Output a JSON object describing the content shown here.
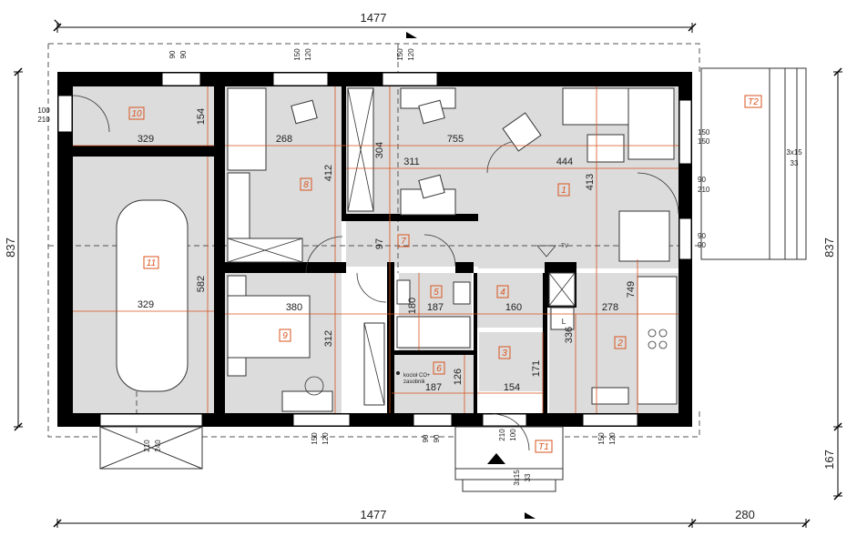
{
  "overall": {
    "top_width": "1477",
    "bottom_width": "1477",
    "bottom_ext": "280",
    "left_height": "837",
    "right_height": "837",
    "right_ext": "167"
  },
  "rooms": [
    {
      "id": "1"
    },
    {
      "id": "2"
    },
    {
      "id": "3"
    },
    {
      "id": "4"
    },
    {
      "id": "5"
    },
    {
      "id": "6"
    },
    {
      "id": "7"
    },
    {
      "id": "8"
    },
    {
      "id": "9"
    },
    {
      "id": "10"
    },
    {
      "id": "11"
    },
    {
      "id": "T1"
    },
    {
      "id": "T2"
    }
  ],
  "room_dims": {
    "d329a": "329",
    "d154a": "154",
    "d268": "268",
    "d412": "412",
    "d304": "304",
    "d311": "311",
    "d755": "755",
    "d444": "444",
    "d413": "413",
    "d97": "97",
    "d329b": "329",
    "d582": "582",
    "d380": "380",
    "d312": "312",
    "d180": "180",
    "d187a": "187",
    "d160": "160",
    "d278": "278",
    "d749": "749",
    "d336": "336",
    "d187b": "187",
    "d126": "126",
    "d171": "171",
    "d154b": "154"
  },
  "openings": {
    "w_top1": [
      "90",
      "90"
    ],
    "w_top2": [
      "150",
      "120"
    ],
    "w_top3": [
      "150",
      "120"
    ],
    "w_bot1": [
      "150",
      "120"
    ],
    "w_bot2": [
      "90",
      "90"
    ],
    "w_bot3": [
      "150",
      "120"
    ],
    "door_left": [
      "100",
      "210"
    ],
    "garage": [
      "210",
      "240"
    ],
    "entry": [
      "210",
      "100"
    ],
    "r1": [
      "150",
      "150"
    ],
    "r2": [
      "90",
      "210"
    ],
    "r3": [
      "90",
      "90"
    ]
  },
  "stairs": {
    "right": "3x15",
    "right_sub": "33",
    "bottom": "3x15",
    "bottom_sub": "33"
  },
  "labels": {
    "tv": "TV",
    "boiler": "kocioł CO+",
    "tank": "zasobnik",
    "fridge": "L"
  }
}
